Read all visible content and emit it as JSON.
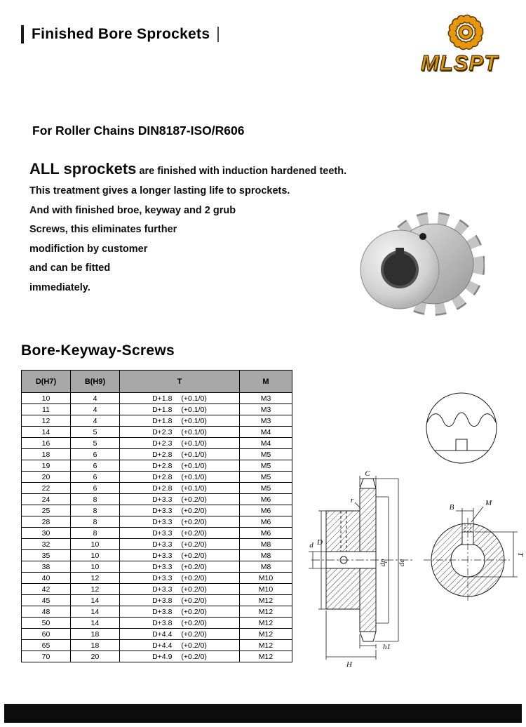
{
  "page": {
    "title": "Finished Bore Sprockets",
    "subtitle": "For Roller Chains DIN8187-ISO/R606",
    "section_title": "Bore-Keyway-Screws"
  },
  "logo": {
    "text": "MLSPT"
  },
  "intro": {
    "lead": "ALL sprockets",
    "lead_rest": " are finished with induction hardened teeth.",
    "lines": [
      "This treatment gives a longer lasting life  to sprockets.",
      "And  with finished broe, keyway and 2 grub",
      "Screws, this eliminates further",
      "modifiction by customer",
      "and can be fitted",
      "immediately."
    ]
  },
  "table": {
    "headers": [
      "D(H7)",
      "B(H9)",
      "T",
      "M"
    ],
    "rows": [
      {
        "d": "10",
        "b": "4",
        "t": "D+1.8",
        "tol": "(+0.1/0)",
        "m": "M3"
      },
      {
        "d": "11",
        "b": "4",
        "t": "D+1.8",
        "tol": "(+0.1/0)",
        "m": "M3"
      },
      {
        "d": "12",
        "b": "4",
        "t": "D+1.8",
        "tol": "(+0.1/0)",
        "m": "M3"
      },
      {
        "d": "14",
        "b": "5",
        "t": "D+2.3",
        "tol": "(+0.1/0)",
        "m": "M4"
      },
      {
        "d": "16",
        "b": "5",
        "t": "D+2.3",
        "tol": "(+0.1/0)",
        "m": "M4"
      },
      {
        "d": "18",
        "b": "6",
        "t": "D+2.8",
        "tol": "(+0.1/0)",
        "m": "M5"
      },
      {
        "d": "19",
        "b": "6",
        "t": "D+2.8",
        "tol": "(+0.1/0)",
        "m": "M5"
      },
      {
        "d": "20",
        "b": "6",
        "t": "D+2.8",
        "tol": "(+0.1/0)",
        "m": "M5"
      },
      {
        "d": "22",
        "b": "6",
        "t": "D+2.8",
        "tol": "(+0.1/0)",
        "m": "M5"
      },
      {
        "d": "24",
        "b": "8",
        "t": "D+3.3",
        "tol": "(+0.2/0)",
        "m": "M6"
      },
      {
        "d": "25",
        "b": "8",
        "t": "D+3.3",
        "tol": "(+0.2/0)",
        "m": "M6"
      },
      {
        "d": "28",
        "b": "8",
        "t": "D+3.3",
        "tol": "(+0.2/0)",
        "m": "M6"
      },
      {
        "d": "30",
        "b": "8",
        "t": "D+3.3",
        "tol": "(+0.2/0)",
        "m": "M6"
      },
      {
        "d": "32",
        "b": "10",
        "t": "D+3.3",
        "tol": "(+0.2/0)",
        "m": "M8"
      },
      {
        "d": "35",
        "b": "10",
        "t": "D+3.3",
        "tol": "(+0.2/0)",
        "m": "M8"
      },
      {
        "d": "38",
        "b": "10",
        "t": "D+3.3",
        "tol": "(+0.2/0)",
        "m": "M8"
      },
      {
        "d": "40",
        "b": "12",
        "t": "D+3.3",
        "tol": "(+0.2/0)",
        "m": "M10"
      },
      {
        "d": "42",
        "b": "12",
        "t": "D+3.3",
        "tol": "(+0.2/0)",
        "m": "M10"
      },
      {
        "d": "45",
        "b": "14",
        "t": "D+3.8",
        "tol": "(+0.2/0)",
        "m": "M12"
      },
      {
        "d": "48",
        "b": "14",
        "t": "D+3.8",
        "tol": "(+0.2/0)",
        "m": "M12"
      },
      {
        "d": "50",
        "b": "14",
        "t": "D+3.8",
        "tol": "(+0.2/0)",
        "m": "M12"
      },
      {
        "d": "60",
        "b": "18",
        "t": "D+4.4",
        "tol": "(+0.2/0)",
        "m": "M12"
      },
      {
        "d": "65",
        "b": "18",
        "t": "D+4.4",
        "tol": "(+0.2/0)",
        "m": "M12"
      },
      {
        "d": "70",
        "b": "20",
        "t": "D+4.9",
        "tol": "(+0.2/0)",
        "m": "M12"
      }
    ]
  },
  "diagrams": {
    "labels": {
      "c": "C",
      "r": "r",
      "d_small": "d",
      "d_cap": "D",
      "dp": "dp",
      "de": "de",
      "h1": "h1",
      "h_cap": "H",
      "b": "B",
      "m": "M",
      "t": "T"
    }
  }
}
